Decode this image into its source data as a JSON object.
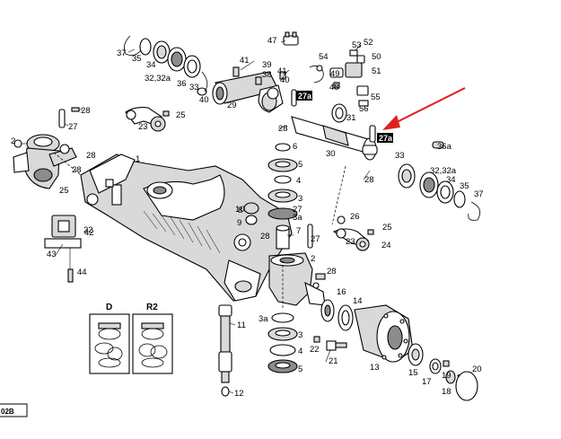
{
  "diagram": {
    "reference_code": "02B",
    "kit_labels": {
      "left": "D",
      "right": "R2"
    },
    "highlight_tag": "27a",
    "callouts": [
      {
        "id": "37a",
        "text": "37"
      },
      {
        "id": "35a",
        "text": "35"
      },
      {
        "id": "34a",
        "text": "34"
      },
      {
        "id": "32a",
        "text": "32,32a"
      },
      {
        "id": "36a",
        "text": "36"
      },
      {
        "id": "33a",
        "text": "33"
      },
      {
        "id": "41a",
        "text": "41"
      },
      {
        "id": "39a",
        "text": "39"
      },
      {
        "id": "40a",
        "text": "40"
      },
      {
        "id": "38a",
        "text": "38"
      },
      {
        "id": "41b",
        "text": "41"
      },
      {
        "id": "40b",
        "text": "40"
      },
      {
        "id": "47",
        "text": "47"
      },
      {
        "id": "54",
        "text": "54"
      },
      {
        "id": "53",
        "text": "53"
      },
      {
        "id": "52",
        "text": "52"
      },
      {
        "id": "50",
        "text": "50"
      },
      {
        "id": "51",
        "text": "51"
      },
      {
        "id": "49",
        "text": "49"
      },
      {
        "id": "48",
        "text": "48"
      },
      {
        "id": "55",
        "text": "55"
      },
      {
        "id": "56",
        "text": "56"
      },
      {
        "id": "29",
        "text": "29"
      },
      {
        "id": "31",
        "text": "31"
      },
      {
        "id": "28a",
        "text": "28"
      },
      {
        "id": "27a",
        "text": "27"
      },
      {
        "id": "2a",
        "text": "2"
      },
      {
        "id": "23a",
        "text": "23"
      },
      {
        "id": "25a",
        "text": "25"
      },
      {
        "id": "28b",
        "text": "28"
      },
      {
        "id": "28c",
        "text": "28"
      },
      {
        "id": "30",
        "text": "30"
      },
      {
        "id": "33b",
        "text": "33"
      },
      {
        "id": "36b",
        "text": "36a"
      },
      {
        "id": "32b",
        "text": "32,32a"
      },
      {
        "id": "34b",
        "text": "34"
      },
      {
        "id": "35b",
        "text": "35"
      },
      {
        "id": "37b",
        "text": "37"
      },
      {
        "id": "28d",
        "text": "28"
      },
      {
        "id": "28e",
        "text": "28"
      },
      {
        "id": "1",
        "text": "1"
      },
      {
        "id": "27b",
        "text": "27"
      },
      {
        "id": "28f",
        "text": "28"
      },
      {
        "id": "22",
        "text": "22"
      },
      {
        "id": "23b",
        "text": "23"
      },
      {
        "id": "25b",
        "text": "25"
      },
      {
        "id": "26",
        "text": "26"
      },
      {
        "id": "24",
        "text": "24"
      },
      {
        "id": "25c",
        "text": "25"
      },
      {
        "id": "27c",
        "text": "27"
      },
      {
        "id": "28g",
        "text": "28"
      },
      {
        "id": "2b",
        "text": "2"
      },
      {
        "id": "3",
        "text": "3"
      },
      {
        "id": "3a",
        "text": "3a"
      },
      {
        "id": "4",
        "text": "4"
      },
      {
        "id": "5",
        "text": "5"
      },
      {
        "id": "6",
        "text": "6"
      },
      {
        "id": "7",
        "text": "7"
      },
      {
        "id": "8",
        "text": "8"
      },
      {
        "id": "9",
        "text": "9"
      },
      {
        "id": "10",
        "text": "10"
      },
      {
        "id": "42",
        "text": "42"
      },
      {
        "id": "43",
        "text": "43"
      },
      {
        "id": "44",
        "text": "44"
      },
      {
        "id": "11",
        "text": "11"
      },
      {
        "id": "12",
        "text": "12"
      },
      {
        "id": "16",
        "text": "16"
      },
      {
        "id": "14",
        "text": "14"
      },
      {
        "id": "3a2",
        "text": "3a"
      },
      {
        "id": "3b",
        "text": "3"
      },
      {
        "id": "4b",
        "text": "4"
      },
      {
        "id": "5b",
        "text": "5"
      },
      {
        "id": "22b",
        "text": "22"
      },
      {
        "id": "21",
        "text": "21"
      },
      {
        "id": "13",
        "text": "13"
      },
      {
        "id": "15",
        "text": "15"
      },
      {
        "id": "17",
        "text": "17"
      },
      {
        "id": "18",
        "text": "18"
      },
      {
        "id": "19",
        "text": "19"
      },
      {
        "id": "20",
        "text": "20"
      }
    ]
  }
}
